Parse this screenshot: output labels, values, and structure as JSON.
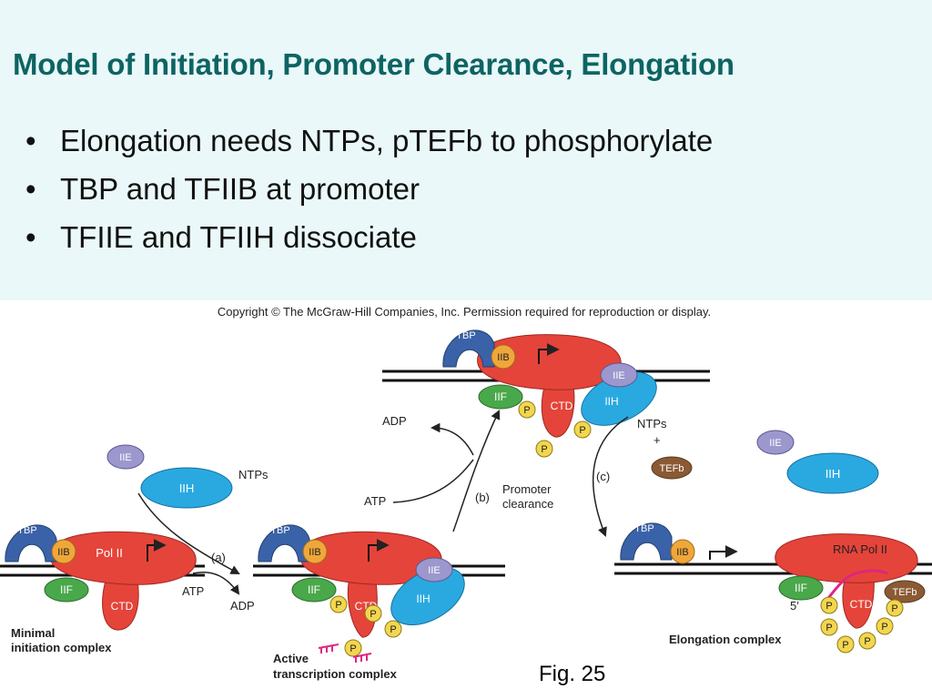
{
  "title": "Model of Initiation, Promoter Clearance, Elongation",
  "bullets": [
    "Elongation needs NTPs, pTEFb to phosphorylate",
    "TBP and TFIIB at promoter",
    "TFIIE and TFIIH dissociate"
  ],
  "figure": {
    "copyright": "Copyright © The McGraw-Hill Companies, Inc. Permission required for reproduction or display.",
    "labels": {
      "tbp": "TBP",
      "iib": "IIB",
      "iif": "IIF",
      "iie": "IIE",
      "iih": "IIH",
      "pol2": "Pol II",
      "rna_pol2": "RNA Pol II",
      "ctd": "CTD",
      "p": "P",
      "tefb": "TEFb",
      "ntps": "NTPs",
      "plus": "+",
      "atp": "ATP",
      "adp": "ADP",
      "step_a": "(a)",
      "step_b": "(b)",
      "step_c": "(c)",
      "promoter_clearance": "Promoter clearance",
      "promoter_line1": "Promoter",
      "promoter_line2": "clearance",
      "five_prime": "5′",
      "minimal_line1": "Minimal",
      "minimal_line2": "initiation complex",
      "active_line1": "Active",
      "active_line2": "transcription complex",
      "elongation_complex": "Elongation complex"
    },
    "colors": {
      "tbp": "#3a62a8",
      "iib": "#f0a73a",
      "iif": "#49a84a",
      "iie": "#9c97cd",
      "iih": "#2aa9e0",
      "pol": "#e5443a",
      "p": "#f3d64e",
      "tefb": "#8a5a34",
      "rna": "#e0257f"
    }
  },
  "fig_label": "Fig. 25"
}
